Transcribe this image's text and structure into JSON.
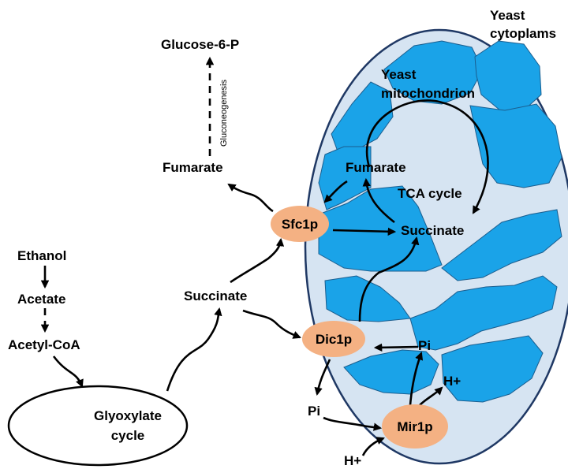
{
  "diagram": {
    "cytoplasm_label": [
      "Yeast",
      "cytoplams"
    ],
    "mitochondrion_label": [
      "Yeast",
      "mitochondrion"
    ],
    "cycle_labels": {
      "tca": "TCA cycle",
      "glyoxylate": [
        "Glyoxylate",
        "cycle"
      ]
    },
    "pathway": {
      "ethanol": "Ethanol",
      "acetate": "Acetate",
      "acetyl_coa": "Acetyl-CoA",
      "succinate_cyto": "Succinate",
      "fumarate_cyto": "Fumarate",
      "glucose6p": "Glucose-6-P",
      "gluconeogenesis": "Gluconeogenesis",
      "fumarate_mito": "Fumarate",
      "succinate_mito": "Succinate",
      "pi_mito": "Pi",
      "pi_cyto": "Pi",
      "h_mito": "H+",
      "h_cyto": "H+"
    },
    "transporters": {
      "sfc1p": "Sfc1p",
      "dic1p": "Dic1p",
      "mir1p": "Mir1p"
    },
    "colors": {
      "membrane_outer": "#d6e4f2",
      "membrane_border": "#1f3864",
      "mitochondrion_fill": "#1aa3e8",
      "transporter_fill": "#f4b183"
    }
  }
}
